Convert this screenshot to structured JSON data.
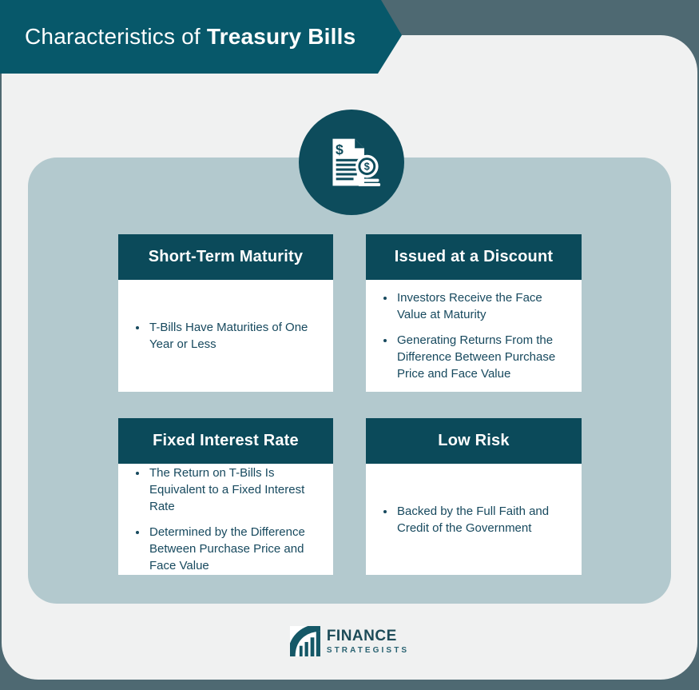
{
  "header": {
    "title_regular": "Characteristics of",
    "title_bold": "Treasury Bills"
  },
  "hero": {
    "icon": "treasury-bill-document-with-coins-icon",
    "dollar_glyph": "$"
  },
  "cards": [
    {
      "title": "Short-Term Maturity",
      "bullets": [
        "T-Bills Have Maturities of One Year or Less"
      ]
    },
    {
      "title": "Issued at a Discount",
      "bullets": [
        "Investors Receive the Face Value at Maturity",
        "Generating Returns From the Difference Between Purchase Price and Face Value"
      ]
    },
    {
      "title": "Fixed Interest Rate",
      "bullets": [
        "The Return on T-Bills Is Equivalent to a Fixed Interest Rate",
        "Determined by the Difference Between Purchase Price and Face Value"
      ]
    },
    {
      "title": "Low Risk",
      "bullets": [
        "Backed by the Full Faith and Credit of the Government"
      ]
    }
  ],
  "footer": {
    "brand_primary": "FINANCE",
    "brand_secondary": "STRATEGISTS"
  },
  "colors": {
    "banner_teal": "#07586A",
    "card_header_teal": "#0B4A5A",
    "hero_circle_teal": "#0D4C5C",
    "backdrop_slate": "#4E6972",
    "page_light": "#F0F1F1",
    "panel_blue_gray": "#B3C9CE",
    "body_text_teal": "#17495E",
    "logo_teal": "#155867"
  }
}
